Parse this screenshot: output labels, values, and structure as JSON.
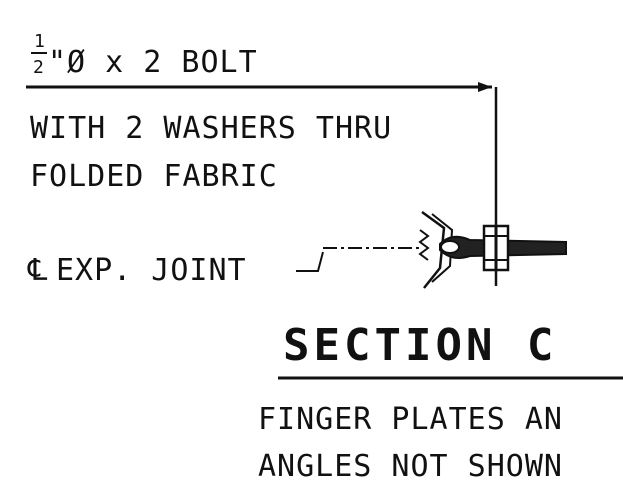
{
  "callout": {
    "fraction_numerator": "1",
    "fraction_denominator": "2",
    "bolt_label": "\"Ø x 2 BOLT",
    "washers_label": "WITH 2 WASHERS THRU",
    "fabric_label": "FOLDED FABRIC"
  },
  "joint": {
    "centerline_symbol": "℄",
    "label": "EXP. JOINT"
  },
  "section": {
    "title": "SECTION C",
    "note_line1": "FINGER PLATES AN",
    "note_line2": "ANGLES NOT SHOWN"
  }
}
